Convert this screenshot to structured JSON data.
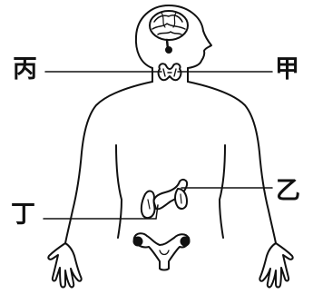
{
  "labels": {
    "bing": "丙",
    "jia": "甲",
    "yi": "乙",
    "ding": "丁"
  },
  "colors": {
    "outline": "#111111",
    "background": "#ffffff"
  }
}
